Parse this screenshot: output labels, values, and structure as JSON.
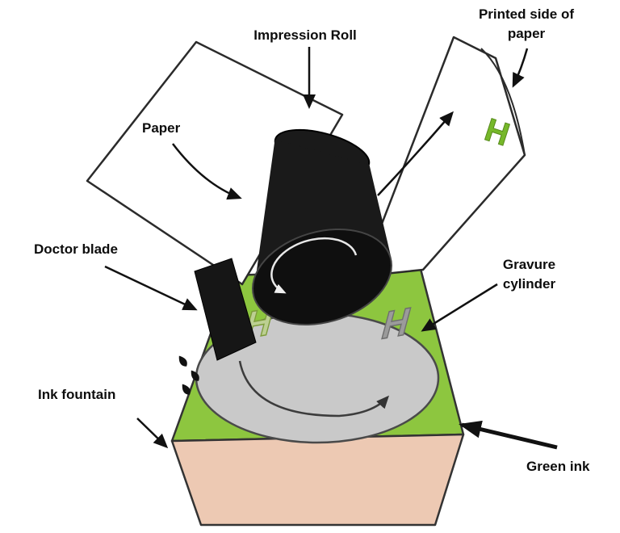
{
  "diagram": {
    "labels": {
      "impression_roll": "Impression Roll",
      "printed_side": "Printed side of paper",
      "paper": "Paper",
      "doctor_blade": "Doctor blade",
      "gravure_cylinder": "Gravure cylinder",
      "ink_fountain": "Ink fountain",
      "green_ink": "Green ink"
    },
    "marks": {
      "cell_letter": "H"
    },
    "colors": {
      "green_ink": "#8dc63f",
      "tub_front": "#edc9b3",
      "gravure_cylinder": "#c9c9c9",
      "impression_roll": "#1a1a1a",
      "impression_roll_face": "#0f0f0f",
      "paper": "#ffffff",
      "outline": "#2b2b2b",
      "printed_mark_green": "#76b82a",
      "engraved_mark_gray": "#9b9b9b",
      "arrow": "#111111"
    }
  }
}
